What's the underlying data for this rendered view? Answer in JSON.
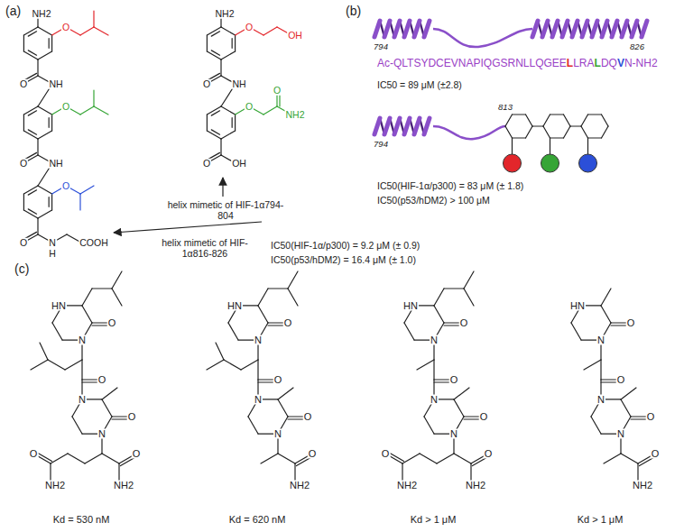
{
  "diagram": {
    "labels": [
      "(a)",
      "NH2",
      "O",
      "O",
      "NH",
      "O",
      "O",
      "NH",
      "O",
      "O",
      "N",
      "H",
      "COOH",
      "NH2",
      "O",
      "OH",
      "O",
      "NH",
      "O",
      "O",
      "NH2",
      "O",
      "OH",
      "helix mimetic of HIF-1α794-804",
      "helix mimetic of HIF-1α816-826",
      "IC50(HIF-1α/p300) = 9.2 μM (± 0.9)",
      "IC50(p53/hDM2) = 16.4 μM (± 1.0)",
      "(b)",
      "794",
      "826",
      "Ac-QLTSYDCEVNAPIQGSRNLLQGEE",
      "L",
      "LRA",
      "L",
      "DQ",
      "V",
      "N-NH2",
      "IC50 = 89 μM (±2.8)",
      "794",
      "813",
      "IC50(HIF-1α/p300) = 83 μM (± 1.8)",
      "IC50(p53/hDM2) > 100 μM",
      "(c)",
      "HN",
      "O",
      "N",
      "O",
      "N",
      "O",
      "N",
      "O",
      "NH2",
      "O",
      "NH2",
      "Kd = 530 nM",
      "HN",
      "O",
      "N",
      "O",
      "N",
      "O",
      "N",
      "O",
      "NH2",
      "Kd = 620 nM",
      "HN",
      "O",
      "N",
      "O",
      "N",
      "O",
      "N",
      "O",
      "NH2",
      "O",
      "NH2",
      "Kd > 1 μM",
      "HN",
      "O",
      "N",
      "O",
      "N",
      "O",
      "N",
      "O",
      "NH2",
      "Kd > 1 μM"
    ]
  }
}
